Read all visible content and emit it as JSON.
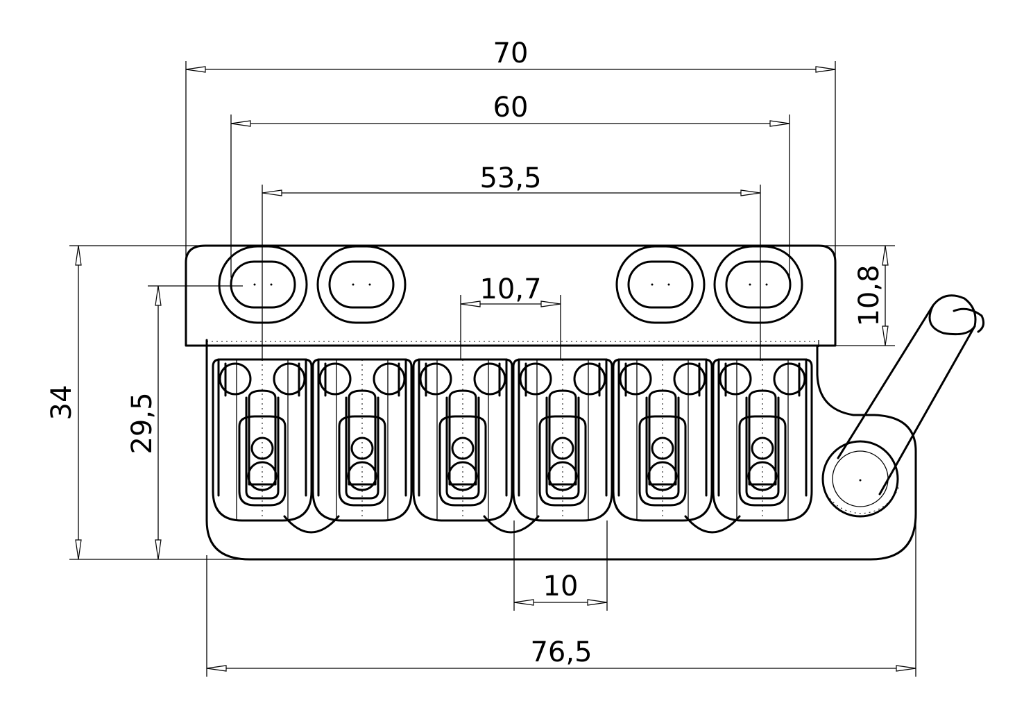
{
  "drawing": {
    "subject": "",
    "colors": {
      "line": "#000000",
      "background": "#ffffff"
    },
    "dimensions": {
      "width_70": "70",
      "width_60": "60",
      "width_53_5": "53,5",
      "saddle_10_7": "10,7",
      "spacing_10": "10",
      "width_76_5": "76,5",
      "height_34": "34",
      "height_29_5": "29,5",
      "height_10_8": "10,8"
    }
  }
}
